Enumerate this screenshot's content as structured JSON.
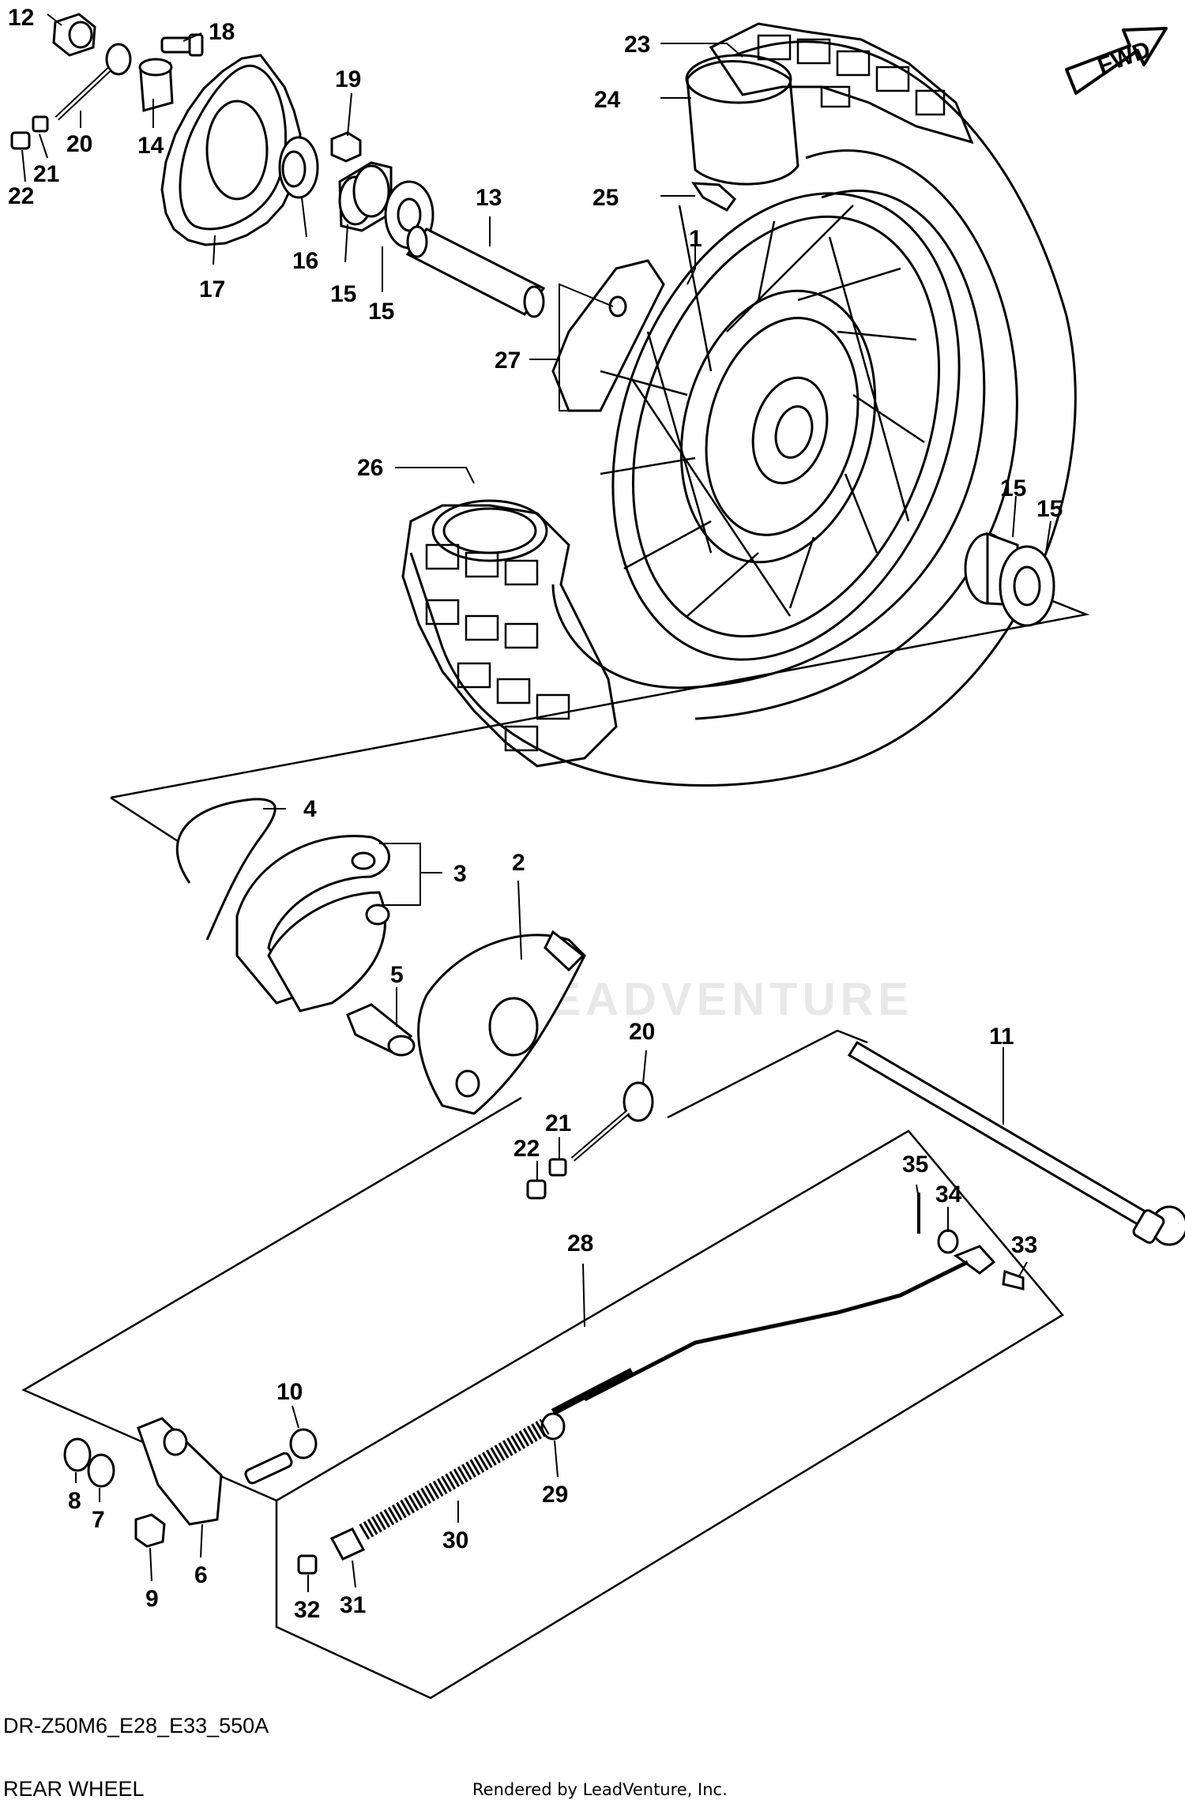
{
  "diagram": {
    "code": "DR-Z50M6_E28_E33_550A",
    "title": "REAR WHEEL",
    "credit": "Rendered by LeadVenture, Inc.",
    "watermark": "LEADVENTURE",
    "fwd_label": "FWD",
    "callouts": [
      {
        "id": "c12",
        "text": "12"
      },
      {
        "id": "c18",
        "text": "18"
      },
      {
        "id": "c19",
        "text": "19"
      },
      {
        "id": "c20a",
        "text": "20"
      },
      {
        "id": "c14",
        "text": "14"
      },
      {
        "id": "c21a",
        "text": "21"
      },
      {
        "id": "c22a",
        "text": "22"
      },
      {
        "id": "c16",
        "text": "16"
      },
      {
        "id": "c15a",
        "text": "15"
      },
      {
        "id": "c15b",
        "text": "15"
      },
      {
        "id": "c17",
        "text": "17"
      },
      {
        "id": "c13",
        "text": "13"
      },
      {
        "id": "c23",
        "text": "23"
      },
      {
        "id": "c24",
        "text": "24"
      },
      {
        "id": "c25",
        "text": "25"
      },
      {
        "id": "c1",
        "text": "1"
      },
      {
        "id": "c27",
        "text": "27"
      },
      {
        "id": "c26",
        "text": "26"
      },
      {
        "id": "c15c",
        "text": "15"
      },
      {
        "id": "c15d",
        "text": "15"
      },
      {
        "id": "c4",
        "text": "4"
      },
      {
        "id": "c3",
        "text": "3"
      },
      {
        "id": "c2",
        "text": "2"
      },
      {
        "id": "c5",
        "text": "5"
      },
      {
        "id": "c20b",
        "text": "20"
      },
      {
        "id": "c21b",
        "text": "21"
      },
      {
        "id": "c22b",
        "text": "22"
      },
      {
        "id": "c11",
        "text": "11"
      },
      {
        "id": "c28",
        "text": "28"
      },
      {
        "id": "c35",
        "text": "35"
      },
      {
        "id": "c34",
        "text": "34"
      },
      {
        "id": "c33",
        "text": "33"
      },
      {
        "id": "c10",
        "text": "10"
      },
      {
        "id": "c8",
        "text": "8"
      },
      {
        "id": "c7",
        "text": "7"
      },
      {
        "id": "c6",
        "text": "6"
      },
      {
        "id": "c9",
        "text": "9"
      },
      {
        "id": "c29",
        "text": "29"
      },
      {
        "id": "c30",
        "text": "30"
      },
      {
        "id": "c32",
        "text": "32"
      },
      {
        "id": "c31",
        "text": "31"
      }
    ]
  }
}
